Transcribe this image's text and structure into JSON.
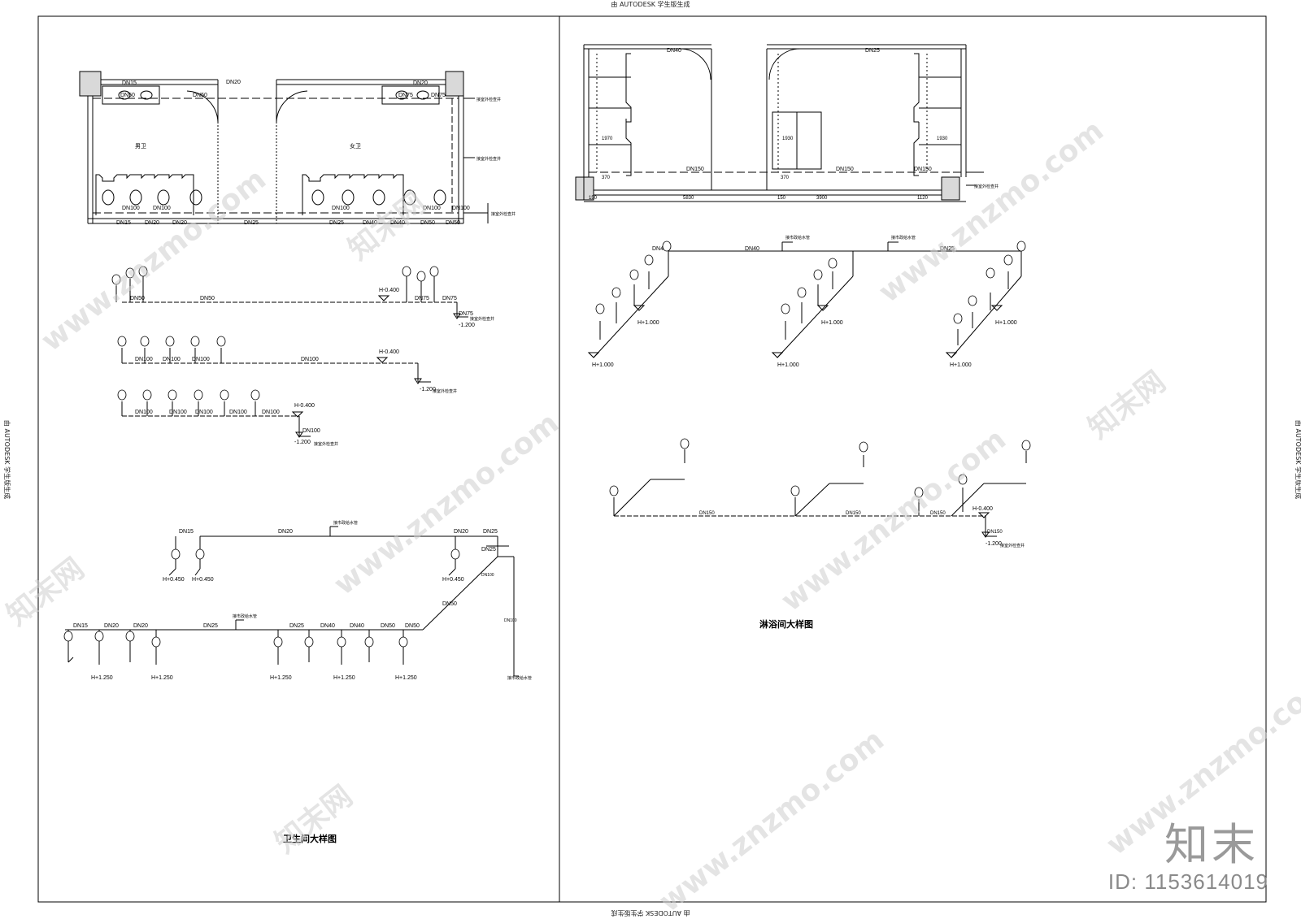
{
  "header": {
    "banner": "由 AUTODESK 学生版生成"
  },
  "watermark": {
    "site": "www.znzmo.com",
    "cn_name": "知末网",
    "brand": "知末",
    "id_label": "ID: 1153614019"
  },
  "drawing": {
    "title_left": "卫生间大样图",
    "title_right": "淋浴间大样图",
    "room_men": "男卫",
    "room_women": "女卫",
    "note_floor_drain": "接室外检查井",
    "note_supply": "接市政给水管",
    "elev_h040": "H-0.400",
    "elev_m120": "-1.200",
    "elev_h1": "H+1.000",
    "elev_h125": "H+1.250",
    "elev_h045": "H+0.450"
  },
  "pipes": {
    "dn15": "DN15",
    "dn20": "DN20",
    "dn25": "DN25",
    "dn40": "DN40",
    "dn50": "DN50",
    "dn75": "DN75",
    "dn100": "DN100",
    "dn150": "DN150"
  },
  "dims": {
    "d1970": "1970",
    "d1930": "1930",
    "d370": "370",
    "d5830": "5830",
    "d3900": "3900",
    "d1120": "1120",
    "d150": "150"
  }
}
